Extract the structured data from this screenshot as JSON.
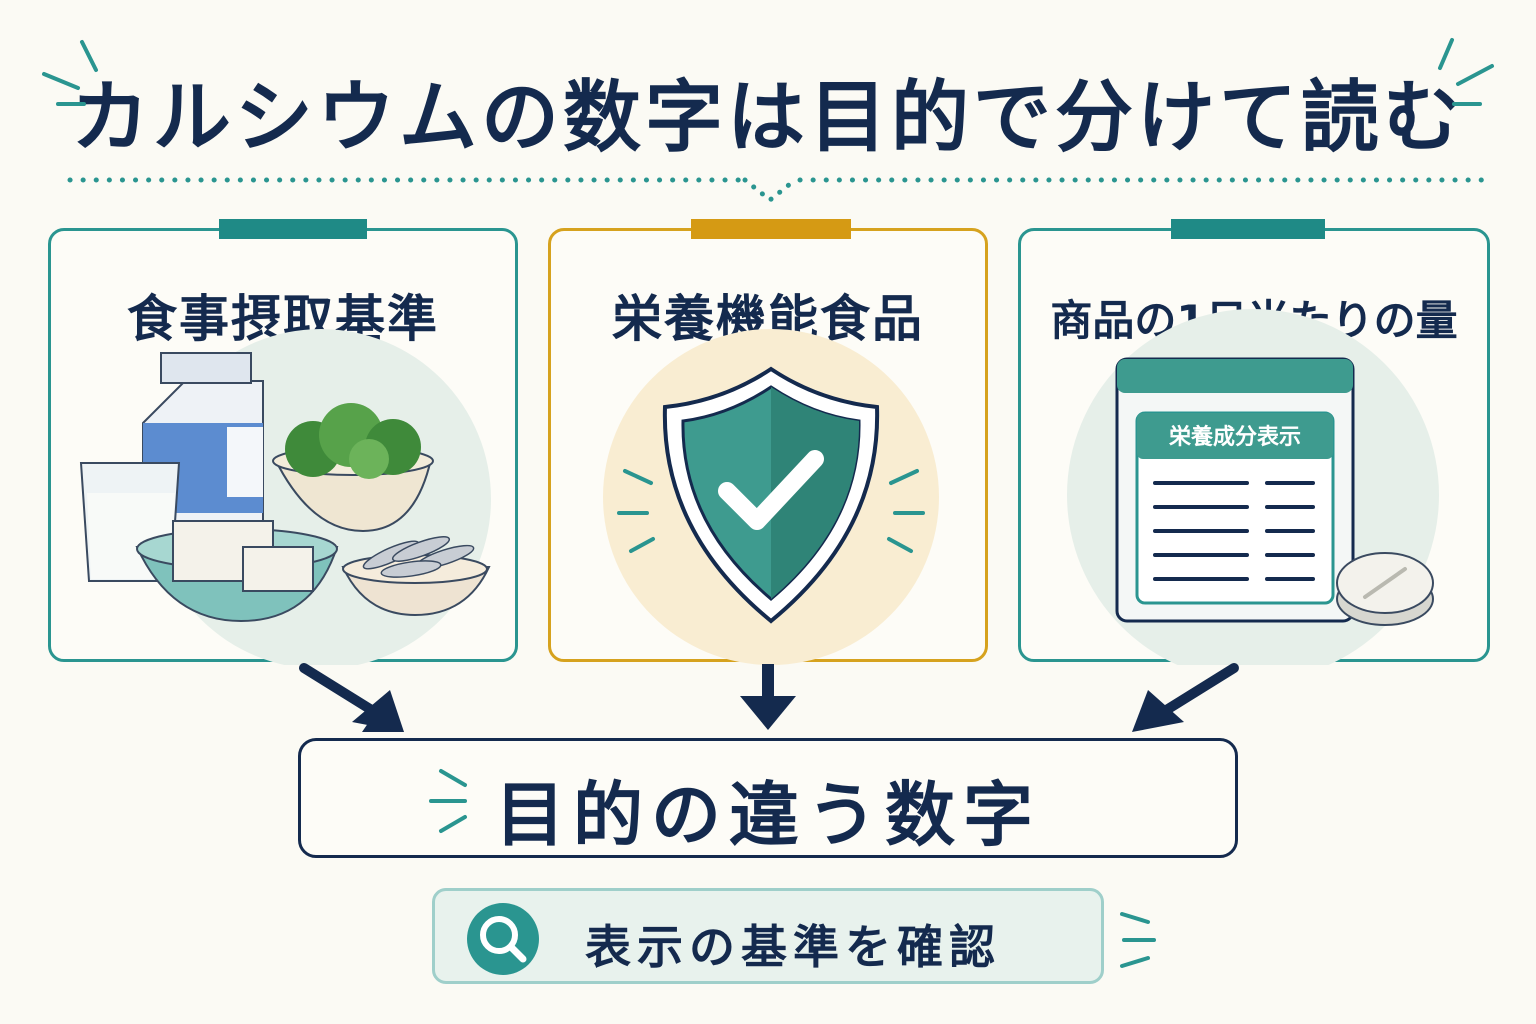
{
  "title": "カルシウムの数字は目的で分けて読む",
  "cards": [
    {
      "title": "食事摂取基準"
    },
    {
      "title": "栄養機能食品"
    },
    {
      "title": "商品の1日当たりの量",
      "label_header": "栄養成分表示"
    }
  ],
  "result": "目的の違う数字",
  "check": "表示の基準を確認",
  "icons": [
    "food-group-icon",
    "shield-check-icon",
    "nutrition-label-icon",
    "tablet-icon",
    "magnifier-icon",
    "arrow-down-icon"
  ],
  "colors": {
    "navy": "#142a4e",
    "teal": "#2a9590",
    "gold": "#d6a21e",
    "background": "#fbfaf4"
  }
}
